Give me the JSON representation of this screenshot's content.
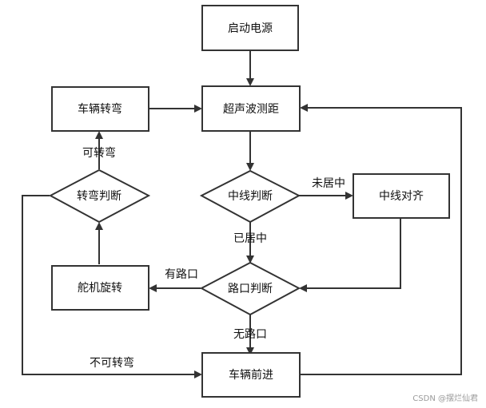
{
  "diagram": {
    "nodes": {
      "start": "启动电源",
      "ultrasonic": "超声波测距",
      "center_judge": "中线判断",
      "center_align": "中线对齐",
      "junction_judge": "路口判断",
      "forward": "车辆前进",
      "steer": "舵机旋转",
      "turn_judge": "转弯判断",
      "turn": "车辆转弯"
    },
    "edges": {
      "not_centered": "未居中",
      "centered": "已居中",
      "has_junction": "有路口",
      "no_junction": "无路口",
      "can_turn": "可转弯",
      "cannot_turn": "不可转弯"
    }
  },
  "watermark": "CSDN @摆烂仙君"
}
